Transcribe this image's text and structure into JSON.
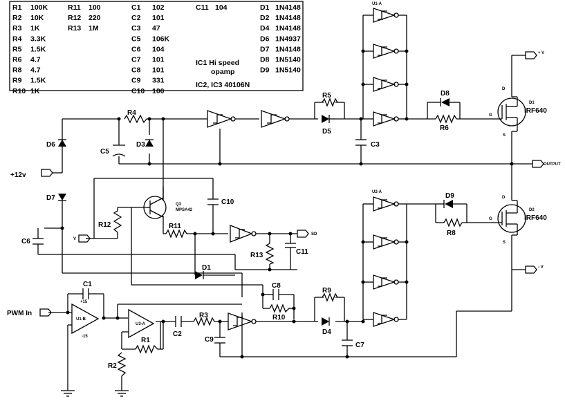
{
  "parts_table": [
    [
      {
        "ref": "R1",
        "val": "100K"
      },
      {
        "ref": "R2",
        "val": "10K"
      },
      {
        "ref": "R3",
        "val": "1K"
      },
      {
        "ref": "R4",
        "val": "3.3K"
      },
      {
        "ref": "R5",
        "val": "1.5K"
      },
      {
        "ref": "R6",
        "val": "4.7"
      },
      {
        "ref": "R8",
        "val": "4.7"
      },
      {
        "ref": "R9",
        "val": "1.5K"
      },
      {
        "ref": "R10",
        "val": "1K"
      }
    ],
    [
      {
        "ref": "R11",
        "val": "100"
      },
      {
        "ref": "R12",
        "val": "220"
      },
      {
        "ref": "R13",
        "val": "1M"
      }
    ],
    [
      {
        "ref": "C1",
        "val": "102"
      },
      {
        "ref": "C2",
        "val": "101"
      },
      {
        "ref": "C3",
        "val": "47"
      },
      {
        "ref": "C5",
        "val": "106K"
      },
      {
        "ref": "C6",
        "val": "104"
      },
      {
        "ref": "C7",
        "val": "101"
      },
      {
        "ref": "C8",
        "val": "101"
      },
      {
        "ref": "C9",
        "val": "331"
      },
      {
        "ref": "C10",
        "val": "100"
      }
    ],
    [
      {
        "ref": "C11",
        "val": "104"
      }
    ],
    [
      {
        "ref": "D1",
        "val": "1N4148"
      },
      {
        "ref": "D2",
        "val": "1N4148"
      },
      {
        "ref": "D4",
        "val": "1N4148"
      },
      {
        "ref": "D6",
        "val": "1N4937"
      },
      {
        "ref": "D7",
        "val": "1N4148"
      },
      {
        "ref": "D8",
        "val": "1N5140"
      },
      {
        "ref": "D9",
        "val": "1N5140"
      }
    ]
  ],
  "ic_notes": {
    "ic1_line1": "IC1  Hi speed",
    "ic1_line2": "opamp",
    "ic23": "IC2, IC3 40106N"
  },
  "component_labels": [
    "R4",
    "R5",
    "R6",
    "R8",
    "R9",
    "R10",
    "R11",
    "R12",
    "R13",
    "R1",
    "R2",
    "R3",
    "C1",
    "C2",
    "C3",
    "C5",
    "C6",
    "C7",
    "C8",
    "C9",
    "C10",
    "C11",
    "D1",
    "D3",
    "D4",
    "D5",
    "D6",
    "D7",
    "D8",
    "D9"
  ],
  "q3": {
    "name": "Q3",
    "part": "MPSA42"
  },
  "mosfets": [
    {
      "name": "D1",
      "part": "IRF640",
      "pins": {
        "d": "D",
        "g": "G",
        "s": "S"
      }
    },
    {
      "name": "D2",
      "part": "IRF640",
      "pins": {
        "d": "D",
        "g": "G",
        "s": "S"
      }
    }
  ],
  "ports": {
    "plus_v": "+ V",
    "minus_v": "- V",
    "output": "OUTPUT",
    "sd": "SD",
    "v": "V",
    "plus12": "+12v",
    "pwm_in": "PWM In"
  },
  "ic_units": {
    "u1a": "U1-A",
    "u2a": "U2-A",
    "u3a": "U3-A",
    "u1b": "U1-B"
  },
  "supply": {
    "plus15": "+15",
    "minus15": "-15"
  }
}
